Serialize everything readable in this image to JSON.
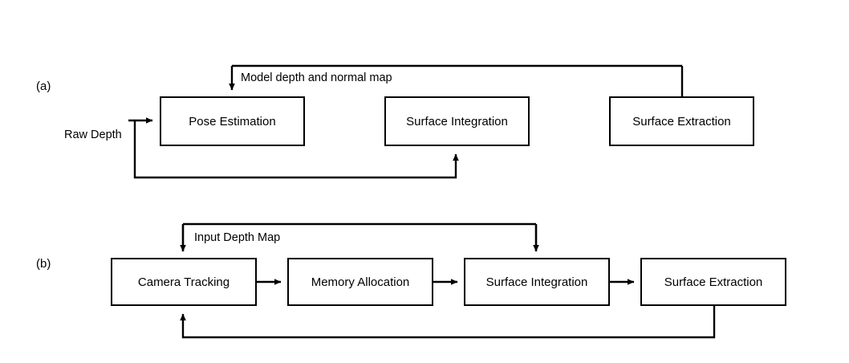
{
  "figure": {
    "background_color": "#ffffff",
    "line_color": "#000000",
    "text_color": "#000000"
  },
  "panels": [
    {
      "id": "panel-a",
      "label": "(a)",
      "nodes": [
        {
          "id": "pose-estimation",
          "label": "Pose Estimation"
        },
        {
          "id": "surface-integration-a",
          "label": "Surface Integration"
        },
        {
          "id": "surface-extraction-a",
          "label": "Surface Extraction"
        }
      ],
      "labels": [
        {
          "id": "model-depth-normal-map",
          "text": "Model depth and normal map"
        },
        {
          "id": "raw-depth",
          "text": "Raw Depth"
        }
      ]
    },
    {
      "id": "panel-b",
      "label": "(b)",
      "nodes": [
        {
          "id": "camera-tracking",
          "label": "Camera Tracking"
        },
        {
          "id": "memory-allocation",
          "label": "Memory Allocation"
        },
        {
          "id": "surface-integration-b",
          "label": "Surface Integration"
        },
        {
          "id": "surface-extraction-b",
          "label": "Surface Extraction"
        }
      ],
      "labels": [
        {
          "id": "input-depth-map",
          "text": "Input Depth Map"
        }
      ]
    }
  ]
}
